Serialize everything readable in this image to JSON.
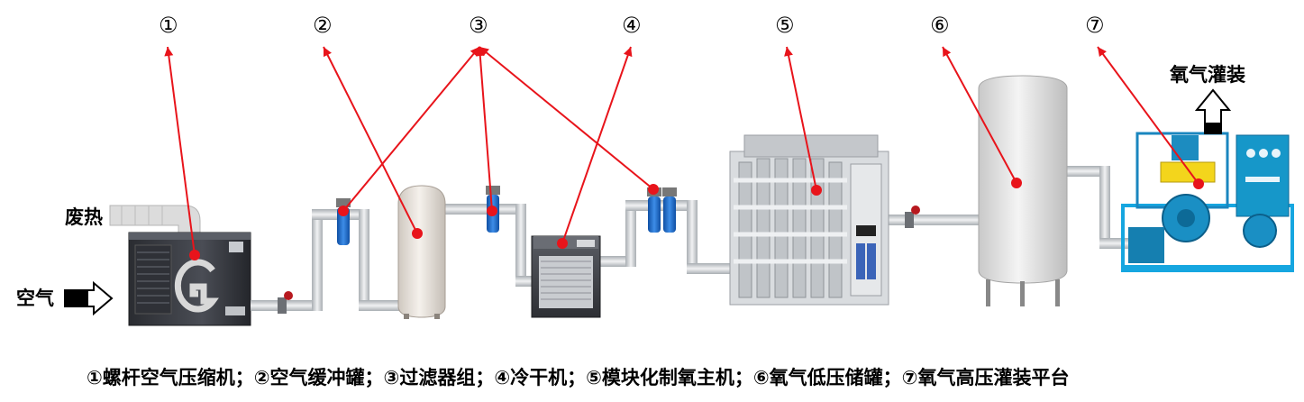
{
  "labels": {
    "n1": "①",
    "n2": "②",
    "n3": "③",
    "n4": "④",
    "n5": "⑤",
    "n6": "⑥",
    "n7": "⑦",
    "waste_heat": "废热",
    "air": "空气",
    "oxygen_filling": "氧气灌装"
  },
  "caption": "①螺杆空气压缩机；②空气缓冲罐；③过滤器组；④冷干机；⑤模块化制氧主机；⑥氧气低压储罐；⑦氧气高压灌装平台",
  "colors": {
    "leader": "#e8141b",
    "pipe": "#c7cbcf",
    "filter": "#1f6fd1",
    "compressor": "#3a3d44",
    "tank": "#e3e3e3",
    "filling_platform": "#1aa3d4"
  }
}
